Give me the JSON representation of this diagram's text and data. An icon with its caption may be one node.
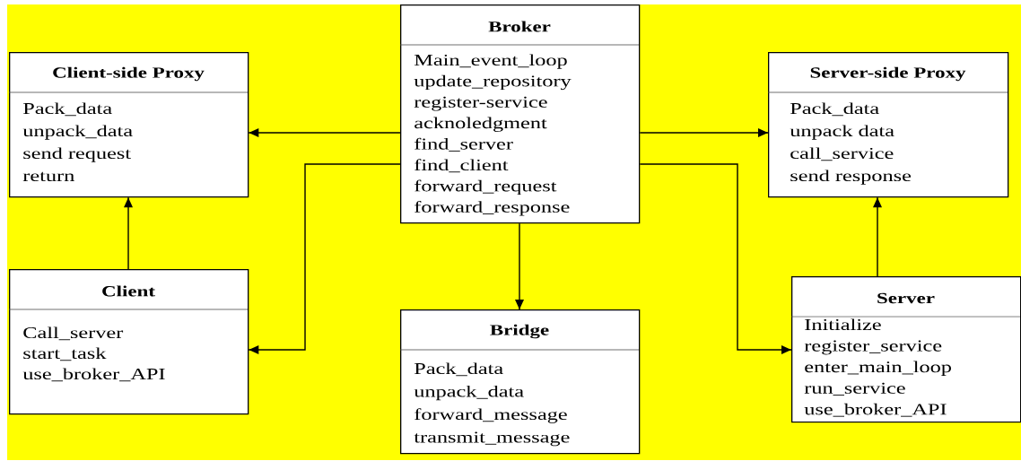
{
  "diagram": {
    "nodes": [
      {
        "text": [
          "Broker",
          "Main_event_loop",
          "update_repository",
          "register-service",
          "acknoledgment",
          "find_server",
          "find_client",
          "forward_request",
          "forward_response"
        ]
      },
      {
        "text": [
          "Client-side Proxy",
          "Pack_data",
          "unpack_data",
          "send request",
          "return"
        ]
      },
      {
        "text": [
          "Server-side Proxy",
          "Pack_data",
          "unpack data",
          "call_service",
          "send response"
        ]
      },
      {
        "text": [
          "Client",
          "Call_server",
          "start_task",
          "use_broker_API"
        ]
      },
      {
        "text": [
          "Bridge",
          "Pack_data",
          "unpack_data",
          "forward_message",
          "transmit_message"
        ]
      },
      {
        "text": [
          "Server",
          "Initialize",
          "register_service",
          "enter_main_loop",
          "run_service",
          "use_broker_API"
        ]
      }
    ],
    "edges": [
      {
        "from": 0,
        "to": 1,
        "arrow": "to"
      },
      {
        "from": 0,
        "to": 2,
        "arrow": "to"
      },
      {
        "from": 0,
        "to": 3,
        "arrow": "to"
      },
      {
        "from": 0,
        "to": 5,
        "arrow": "to"
      },
      {
        "from": 0,
        "to": 4,
        "arrow": "to"
      },
      {
        "from": 3,
        "to": 1,
        "arrow": "to"
      },
      {
        "from": 5,
        "to": 2,
        "arrow": "to"
      }
    ]
  }
}
